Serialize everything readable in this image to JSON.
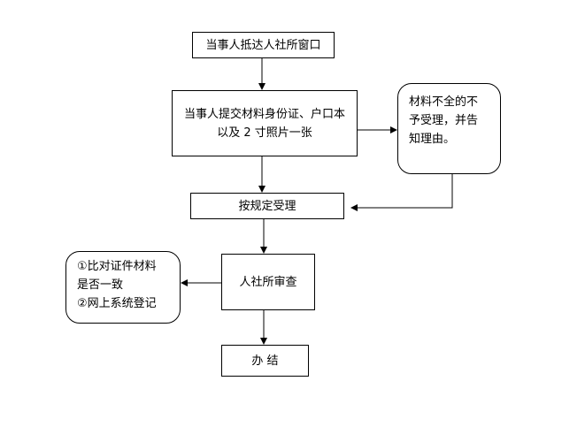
{
  "flowchart": {
    "step_arrive": "当事人抵达人社所窗口",
    "step_submit_line1": "当事人提交材料身份证、户口本",
    "step_submit_line2": "以及 2 寸照片一张",
    "reject_line1": "材料不全的不",
    "reject_line2": "予受理，并告",
    "reject_line3": "知理由。",
    "step_accept": "按规定受理",
    "step_review": "人社所审查",
    "check_line1": "①比对证件材料",
    "check_line2": "是否一致",
    "check_line3": "②网上系统登记",
    "step_finish": "办 结"
  }
}
